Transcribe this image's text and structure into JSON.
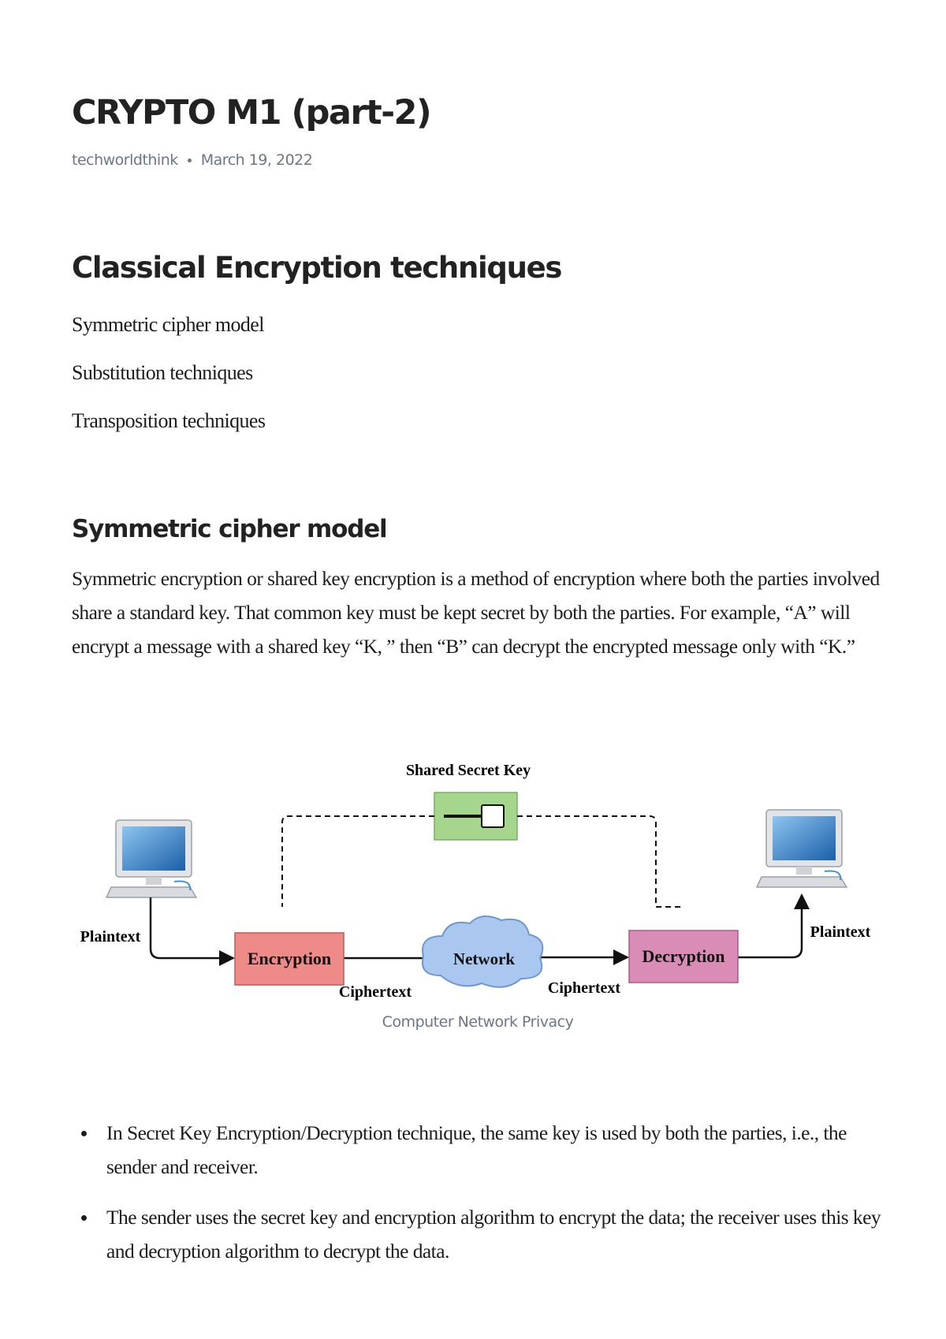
{
  "post": {
    "title": "CRYPTO M1 (part-2)",
    "author": "techworldthink",
    "date": "March 19, 2022"
  },
  "section": {
    "heading": "Classical Encryption techniques",
    "toc": [
      "Symmetric cipher model",
      "Substitution techniques",
      "Transposition techniques"
    ]
  },
  "subsection": {
    "heading": "Symmetric cipher model",
    "paragraph": "Symmetric encryption or shared key encryption is a method of encryption where both the parties involved share a standard key. That common key must be kept secret by both the parties. For example, “A” will encrypt a message with a shared key “K, ” then “B” can decrypt the encrypted message only with “K.”"
  },
  "diagram": {
    "shared_key_label": "Shared Secret Key",
    "plaintext_left": "Plaintext",
    "encryption_label": "Encryption",
    "network_label": "Network",
    "decryption_label": "Decryption",
    "plaintext_right": "Plaintext",
    "ciphertext_left": "Ciphertext",
    "ciphertext_right": "Ciphertext",
    "caption": "Computer Network Privacy",
    "colors": {
      "encryption": "#ee8a87",
      "decryption": "#d98cb5",
      "network": "#a9c7ef",
      "key": "#a6d58e"
    }
  },
  "bullets": [
    "In Secret Key Encryption/Decryption technique, the same key is used by both the parties, i.e., the sender and receiver.",
    "The sender uses the secret key and encryption algorithm to encrypt the data; the receiver uses this key and decryption algorithm to decrypt the data."
  ]
}
